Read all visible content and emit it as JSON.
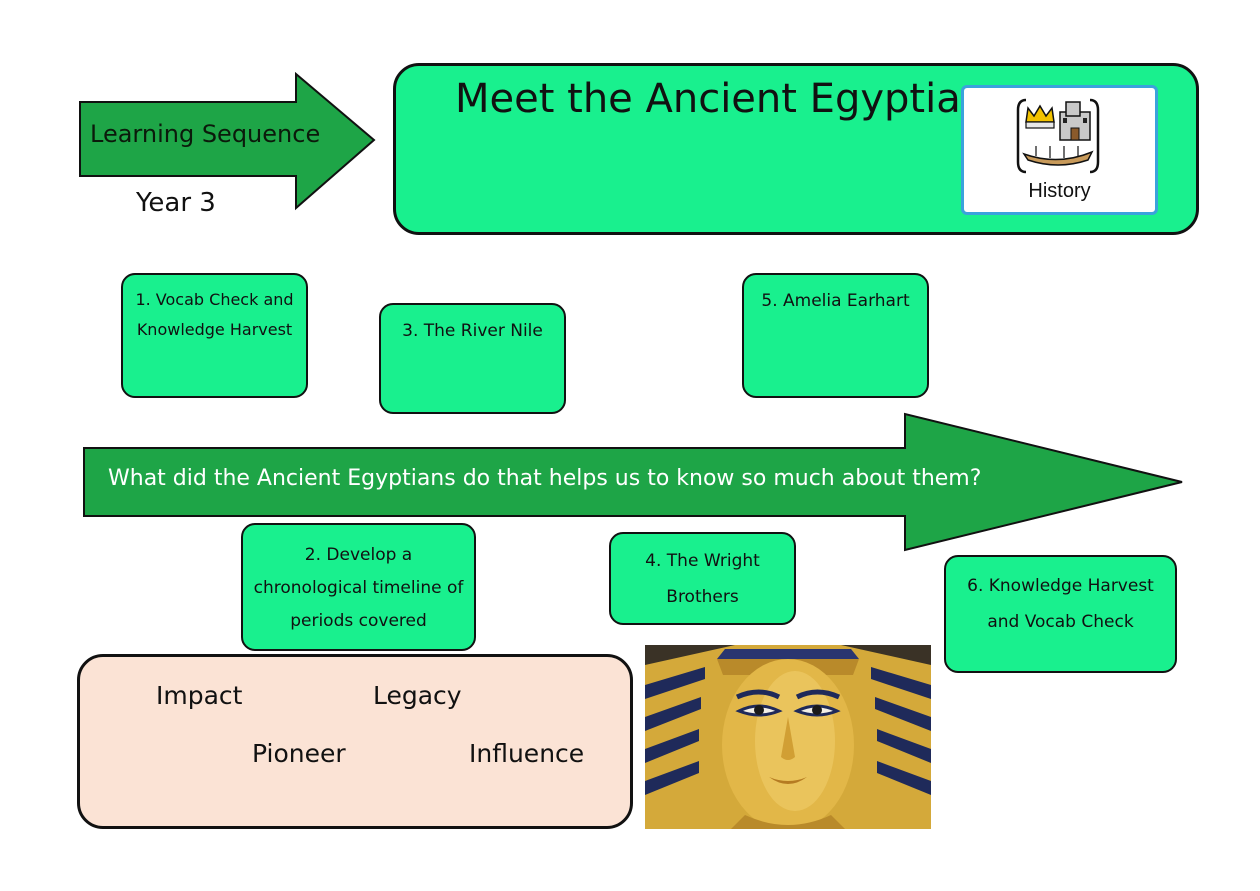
{
  "header": {
    "arrow_label": "Learning Sequence",
    "year": "Year 3",
    "arrow_color": "#1ea547"
  },
  "title": {
    "text": "Meet the Ancient Egyptians",
    "panel_color": "#19f08e"
  },
  "subject_symbol": {
    "label": "History",
    "icon": "history-symbol-icon",
    "border_color": "#3ba2dc"
  },
  "lessons": [
    {
      "lines": [
        "1. Vocab Check and",
        "Knowledge Harvest"
      ]
    },
    {
      "lines": [
        "2. Develop a",
        "chronological timeline of",
        "periods covered"
      ]
    },
    {
      "lines": [
        "3. The River Nile"
      ]
    },
    {
      "lines": [
        "4. The Wright",
        "Brothers"
      ]
    },
    {
      "lines": [
        "5. Amelia Earhart"
      ]
    },
    {
      "lines": [
        "6. Knowledge Harvest",
        "and Vocab Check"
      ]
    }
  ],
  "question": {
    "text": "What did the Ancient Egyptians do that helps us to know so much about them?",
    "arrow_color": "#1ea547"
  },
  "keywords": [
    "Impact",
    "Legacy",
    "Pioneer",
    "Influence"
  ],
  "keyword_panel_color": "#fbe3d5",
  "image": {
    "icon": "pharaoh-mask-image"
  }
}
